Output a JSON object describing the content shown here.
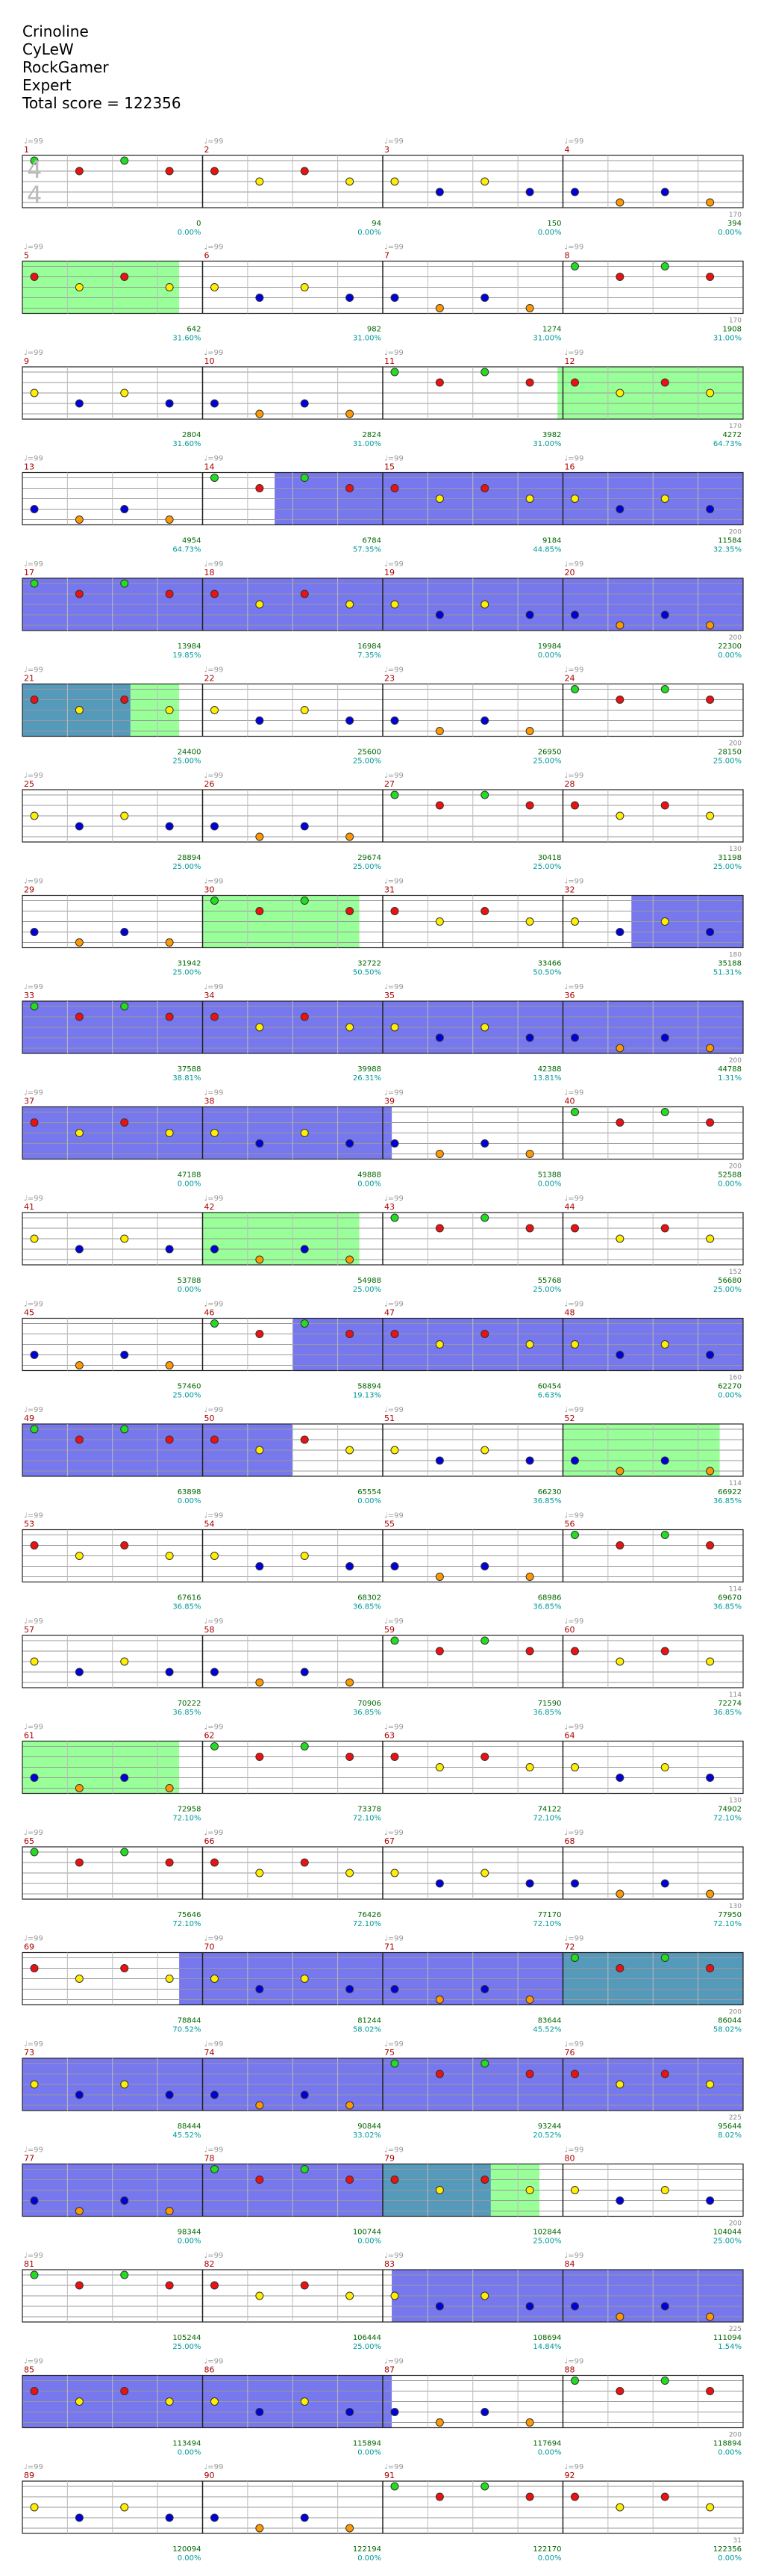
{
  "header": {
    "song": "Crinoline",
    "artist": "CyLeW",
    "charter": "RockGamer",
    "difficulty": "Expert",
    "total_score_label": "Total score = 122356"
  },
  "time_signature": {
    "numerator": "4",
    "denominator": "4"
  },
  "tempo_marker": "♩=99",
  "colors": {
    "green": "#22dd22",
    "red": "#ee1111",
    "yellow": "#ffee00",
    "blue": "#0000dd",
    "orange": "#ff9900",
    "overdrive_star": "#99ee33",
    "starpower_area": "#99ff99",
    "activation_area": "#7777ee",
    "score_text": "#006600",
    "percent_text": "#009999",
    "measure_number": "#aa0000"
  },
  "rows": [
    {
      "measures": [
        "1",
        "2",
        "3",
        "4"
      ],
      "stats": [
        [
          "0",
          "0.00%"
        ],
        [
          "94",
          "0.00%"
        ],
        [
          "150",
          "0.00%"
        ],
        [
          "394",
          "0.00%"
        ]
      ],
      "right_max": "170"
    },
    {
      "measures": [
        "5",
        "6",
        "7",
        "8"
      ],
      "stats": [
        [
          "642",
          "31.60%"
        ],
        [
          "982",
          "31.00%"
        ],
        [
          "1274",
          "31.00%"
        ],
        [
          "1908",
          "31.00%"
        ]
      ],
      "right_max": "170"
    },
    {
      "measures": [
        "9",
        "10",
        "11",
        "12"
      ],
      "stats": [
        [
          "2804",
          "31.60%"
        ],
        [
          "2824",
          "31.00%"
        ],
        [
          "3982",
          "31.00%"
        ],
        [
          "4272",
          "64.73%"
        ]
      ],
      "right_max": "170"
    },
    {
      "measures": [
        "13",
        "14",
        "15",
        "16"
      ],
      "stats": [
        [
          "4954",
          "64.73%"
        ],
        [
          "6784",
          "57.35%"
        ],
        [
          "9184",
          "44.85%"
        ],
        [
          "11584",
          "32.35%"
        ]
      ],
      "right_max": "200"
    },
    {
      "measures": [
        "17",
        "18",
        "19",
        "20"
      ],
      "stats": [
        [
          "13984",
          "19.85%"
        ],
        [
          "16984",
          "7.35%"
        ],
        [
          "19984",
          "0.00%"
        ],
        [
          "22300",
          "0.00%"
        ]
      ],
      "right_max": "200"
    },
    {
      "measures": [
        "21",
        "22",
        "23",
        "24"
      ],
      "stats": [
        [
          "24400",
          "25.00%"
        ],
        [
          "25600",
          "25.00%"
        ],
        [
          "26950",
          "25.00%"
        ],
        [
          "28150",
          "25.00%"
        ]
      ],
      "right_max": "200"
    },
    {
      "measures": [
        "25",
        "26",
        "27",
        "28"
      ],
      "stats": [
        [
          "28894",
          "25.00%"
        ],
        [
          "29674",
          "25.00%"
        ],
        [
          "30418",
          "25.00%"
        ],
        [
          "31198",
          "25.00%"
        ]
      ],
      "right_max": "130"
    },
    {
      "measures": [
        "29",
        "30",
        "31",
        "32"
      ],
      "stats": [
        [
          "31942",
          "25.00%"
        ],
        [
          "32722",
          "50.50%"
        ],
        [
          "33466",
          "50.50%"
        ],
        [
          "35188",
          "51.31%"
        ]
      ],
      "right_max": "180"
    },
    {
      "measures": [
        "33",
        "34",
        "35",
        "36"
      ],
      "stats": [
        [
          "37588",
          "38.81%"
        ],
        [
          "39988",
          "26.31%"
        ],
        [
          "42388",
          "13.81%"
        ],
        [
          "44788",
          "1.31%"
        ]
      ],
      "right_max": "200"
    },
    {
      "measures": [
        "37",
        "38",
        "39",
        "40"
      ],
      "stats": [
        [
          "47188",
          "0.00%"
        ],
        [
          "49888",
          "0.00%"
        ],
        [
          "51388",
          "0.00%"
        ],
        [
          "52588",
          "0.00%"
        ]
      ],
      "right_max": "200"
    },
    {
      "measures": [
        "41",
        "42",
        "43",
        "44"
      ],
      "stats": [
        [
          "53788",
          "0.00%"
        ],
        [
          "54988",
          "25.00%"
        ],
        [
          "55768",
          "25.00%"
        ],
        [
          "56680",
          "25.00%"
        ]
      ],
      "right_max": "152"
    },
    {
      "measures": [
        "45",
        "46",
        "47",
        "48"
      ],
      "stats": [
        [
          "57460",
          "25.00%"
        ],
        [
          "58894",
          "19.13%"
        ],
        [
          "60454",
          "6.63%"
        ],
        [
          "62270",
          "0.00%"
        ]
      ],
      "right_max": "160"
    },
    {
      "measures": [
        "49",
        "50",
        "51",
        "52"
      ],
      "stats": [
        [
          "63898",
          "0.00%"
        ],
        [
          "65554",
          "0.00%"
        ],
        [
          "66230",
          "36.85%"
        ],
        [
          "66922",
          "36.85%"
        ]
      ],
      "right_max": "114"
    },
    {
      "measures": [
        "53",
        "54",
        "55",
        "56"
      ],
      "stats": [
        [
          "67616",
          "36.85%"
        ],
        [
          "68302",
          "36.85%"
        ],
        [
          "68986",
          "36.85%"
        ],
        [
          "69670",
          "36.85%"
        ]
      ],
      "right_max": "114"
    },
    {
      "measures": [
        "57",
        "58",
        "59",
        "60"
      ],
      "stats": [
        [
          "70222",
          "36.85%"
        ],
        [
          "70906",
          "36.85%"
        ],
        [
          "71590",
          "36.85%"
        ],
        [
          "72274",
          "36.85%"
        ]
      ],
      "right_max": "114"
    },
    {
      "measures": [
        "61",
        "62",
        "63",
        "64"
      ],
      "stats": [
        [
          "72958",
          "72.10%"
        ],
        [
          "73378",
          "72.10%"
        ],
        [
          "74122",
          "72.10%"
        ],
        [
          "74902",
          "72.10%"
        ]
      ],
      "right_max": "130"
    },
    {
      "measures": [
        "65",
        "66",
        "67",
        "68"
      ],
      "stats": [
        [
          "75646",
          "72.10%"
        ],
        [
          "76426",
          "72.10%"
        ],
        [
          "77170",
          "72.10%"
        ],
        [
          "77950",
          "72.10%"
        ]
      ],
      "right_max": "130"
    },
    {
      "measures": [
        "69",
        "70",
        "71",
        "72"
      ],
      "stats": [
        [
          "78844",
          "70.52%"
        ],
        [
          "81244",
          "58.02%"
        ],
        [
          "83644",
          "45.52%"
        ],
        [
          "86044",
          "58.02%"
        ]
      ],
      "right_max": "200"
    },
    {
      "measures": [
        "73",
        "74",
        "75",
        "76"
      ],
      "stats": [
        [
          "88444",
          "45.52%"
        ],
        [
          "90844",
          "33.02%"
        ],
        [
          "93244",
          "20.52%"
        ],
        [
          "95644",
          "8.02%"
        ]
      ],
      "right_max": "225"
    },
    {
      "measures": [
        "77",
        "78",
        "79",
        "80"
      ],
      "stats": [
        [
          "98344",
          "0.00%"
        ],
        [
          "100744",
          "0.00%"
        ],
        [
          "102844",
          "25.00%"
        ],
        [
          "104044",
          "25.00%"
        ]
      ],
      "right_max": "200"
    },
    {
      "measures": [
        "81",
        "82",
        "83",
        "84"
      ],
      "stats": [
        [
          "105244",
          "25.00%"
        ],
        [
          "106444",
          "25.00%"
        ],
        [
          "108694",
          "14.84%"
        ],
        [
          "111094",
          "1.54%"
        ]
      ],
      "right_max": "225"
    },
    {
      "measures": [
        "85",
        "86",
        "87",
        "88"
      ],
      "stats": [
        [
          "113494",
          "0.00%"
        ],
        [
          "115894",
          "0.00%"
        ],
        [
          "117694",
          "0.00%"
        ],
        [
          "118894",
          "0.00%"
        ]
      ],
      "right_max": "200"
    },
    {
      "measures": [
        "89",
        "90",
        "91",
        "92"
      ],
      "stats": [
        [
          "120094",
          "0.00%"
        ],
        [
          "122194",
          "0.00%"
        ],
        [
          "122170",
          "0.00%"
        ],
        [
          "122356",
          "0.00%"
        ]
      ],
      "right_max": "31"
    }
  ]
}
